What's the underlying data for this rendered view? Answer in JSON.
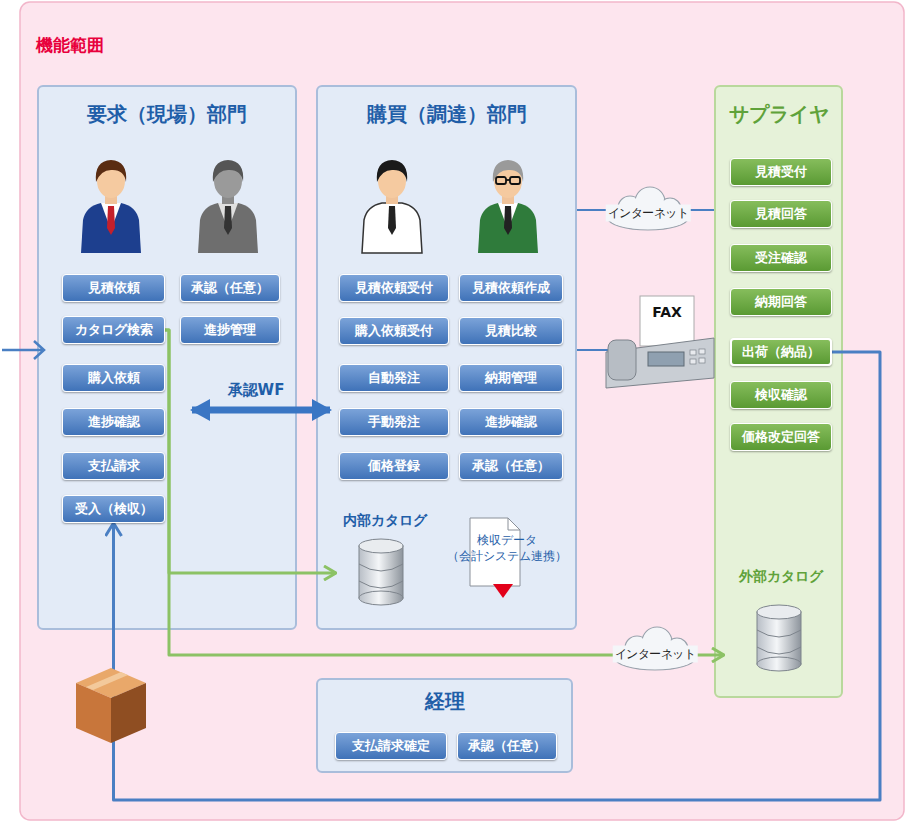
{
  "diagram": {
    "title": "機能範囲",
    "nodes": [
      {
        "text": [
          "要求（現場）部門"
        ]
      },
      {
        "text": [
          "見積依頼"
        ],
        "in": 0
      },
      {
        "text": [
          "承認（任意）"
        ],
        "in": 0
      },
      {
        "text": [
          "カタログ検索"
        ],
        "in": 0
      },
      {
        "text": [
          "進捗管理"
        ],
        "in": 0
      },
      {
        "text": [
          "購入依頼"
        ],
        "in": 0
      },
      {
        "text": [
          "進捗確認"
        ],
        "in": 0
      },
      {
        "text": [
          "支払請求"
        ],
        "in": 0
      },
      {
        "text": [
          "受入（検収）"
        ],
        "in": 0
      },
      {
        "text": [
          "購買（調達）部門"
        ]
      },
      {
        "text": [
          "見積依頼受付"
        ],
        "in": 9
      },
      {
        "text": [
          "見積依頼作成"
        ],
        "in": 9
      },
      {
        "text": [
          "購入依頼受付"
        ],
        "in": 9
      },
      {
        "text": [
          "見積比較"
        ],
        "in": 9
      },
      {
        "text": [
          "自動発注"
        ],
        "in": 9
      },
      {
        "text": [
          "納期管理"
        ],
        "in": 9
      },
      {
        "text": [
          "手動発注"
        ],
        "in": 9
      },
      {
        "text": [
          "進捗確認"
        ],
        "in": 9
      },
      {
        "text": [
          "価格登録"
        ],
        "in": 9
      },
      {
        "text": [
          "承認（任意）"
        ],
        "in": 9
      },
      {
        "text": [
          "内部カタログ"
        ],
        "in": 9
      },
      {
        "text": [
          "検収データ （会計システム連携）"
        ],
        "in": 9
      },
      {
        "text": [
          "サプライヤ"
        ]
      },
      {
        "text": [
          "見積受付"
        ],
        "in": 22
      },
      {
        "text": [
          "見積回答"
        ],
        "in": 22
      },
      {
        "text": [
          "受注確認"
        ],
        "in": 22
      },
      {
        "text": [
          "納期回答"
        ],
        "in": 22
      },
      {
        "text": [
          "出荷（納品）"
        ],
        "in": 22
      },
      {
        "text": [
          "検収確認"
        ],
        "in": 22
      },
      {
        "text": [
          "価格改定回答"
        ],
        "in": 22
      },
      {
        "text": [
          "外部カタログ"
        ],
        "in": 22
      },
      {
        "text": [
          "経理"
        ]
      },
      {
        "text": [
          "支払請求確定"
        ],
        "in": 31
      },
      {
        "text": [
          "承認（任意）"
        ],
        "in": 31
      }
    ],
    "edges": [
      {
        "from": 0,
        "to": 9,
        "label": "承認WF",
        "arrow": "both"
      },
      {
        "from": 9,
        "to": 22,
        "label": "インターネット",
        "arrow": "none"
      },
      {
        "from": 9,
        "to": 22,
        "label": "FAX",
        "arrow": "none"
      },
      {
        "from": 3,
        "to": 20,
        "arrow": "to"
      },
      {
        "from": 3,
        "to": 30,
        "label": "インターネット",
        "arrow": "to"
      },
      {
        "from": 27,
        "to": 8,
        "arrow": "to"
      }
    ]
  }
}
